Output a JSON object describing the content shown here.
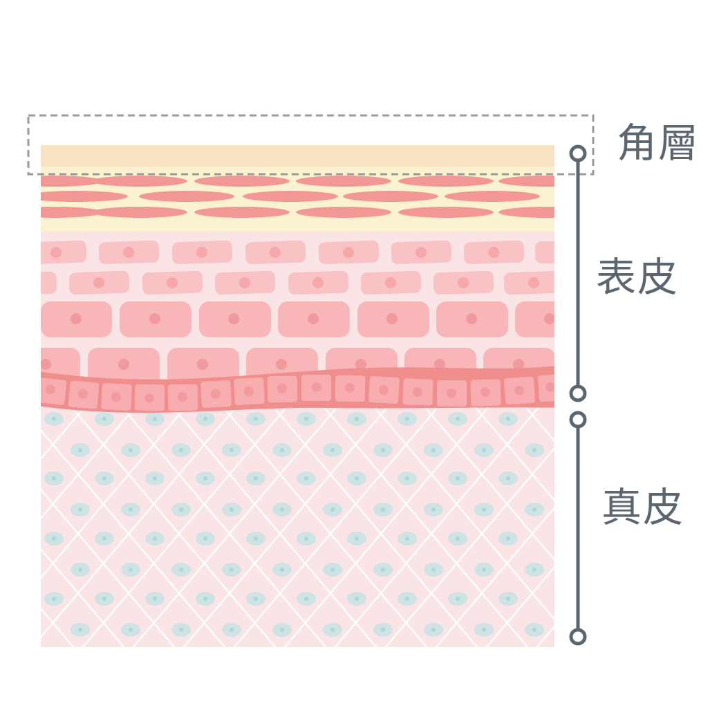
{
  "labels": {
    "stratum_corneum": "角層",
    "epidermis": "表皮",
    "dermis": "真皮"
  },
  "colors": {
    "background": "#ffffff",
    "stratum_corneum_band": "#f8e2c2",
    "granular_bg": "#fbf3cf",
    "granular_cells": "#f39696",
    "epidermis_bg": "#fbe4e6",
    "spinous_cells": "#f9c3c5",
    "spinous_cells_large": "#f8b6b8",
    "cell_nucleus": "#f19a9e",
    "basal_band": "#f08e8e",
    "basal_cells": "#f8aeb0",
    "dermis_bg": "#fbe4e6",
    "dermis_grid": "#ffffff",
    "fibroblast": "#cfe2e4",
    "fibroblast_nucleus": "#a9d8dc",
    "scale_line": "#5b6670",
    "highlight_box": "#9a9a9a"
  },
  "scale_bar": {
    "markers": [
      "top",
      "epidermis-bottom",
      "dermis-top",
      "dermis-bottom"
    ]
  },
  "highlight": {
    "target": "stratum_corneum",
    "style": "dashed-box"
  }
}
